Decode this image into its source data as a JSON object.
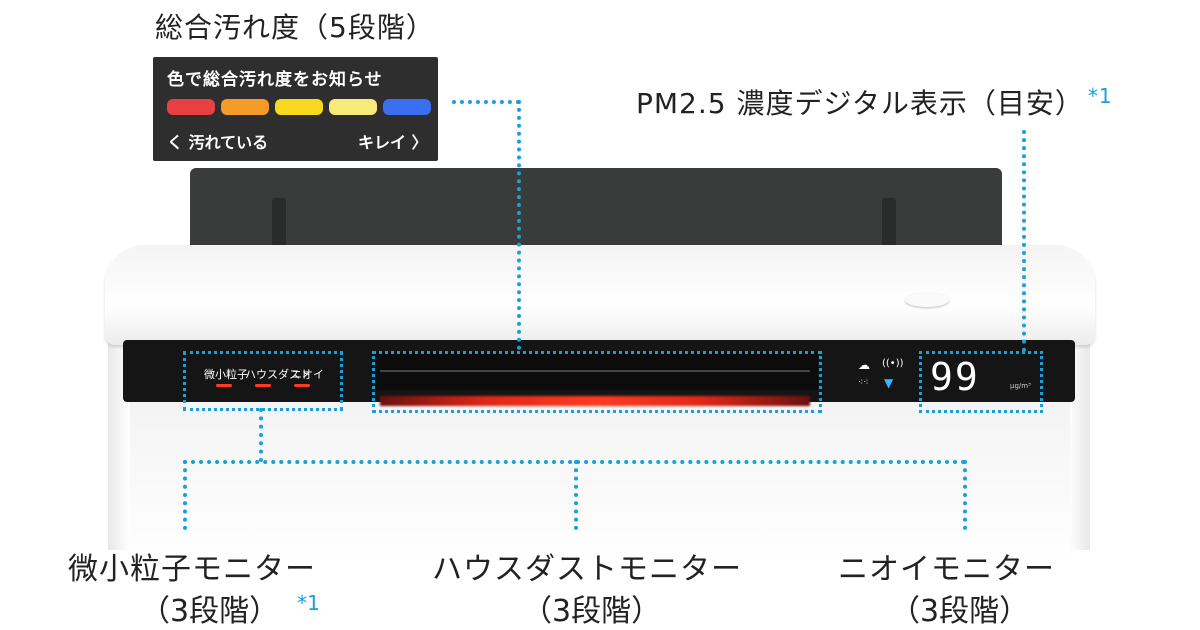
{
  "title_overall": "総合汚れ度（5段階）",
  "legend": {
    "title": "色で総合汚れ度をお知らせ",
    "left_label": "く 汚れている",
    "right_label": "キレイ 〉",
    "colors": [
      "#e84040",
      "#f59b2a",
      "#f6d91e",
      "#f6ea7a",
      "#3a6ff0"
    ]
  },
  "pm_label": "PM2.5 濃度デジタル表示（目安）",
  "pm_note": "*1",
  "display": {
    "monitor_labels": [
      "微小粒子",
      "ハウスダスト",
      "ニオイ"
    ],
    "pm_value": "99",
    "pm_unit": "μg/m³",
    "icons": [
      "cloud-upload-icon",
      "wifi-icon",
      "dust-icon",
      "leaf-icon"
    ]
  },
  "bottom_labels": [
    {
      "name": "微小粒子モニター",
      "sub": "（3段階）",
      "note": "*1"
    },
    {
      "name": "ハウスダストモニター",
      "sub": "（3段階）",
      "note": ""
    },
    {
      "name": "ニオイモニター",
      "sub": "（3段階）",
      "note": ""
    }
  ],
  "accent": "#1aa0d8"
}
